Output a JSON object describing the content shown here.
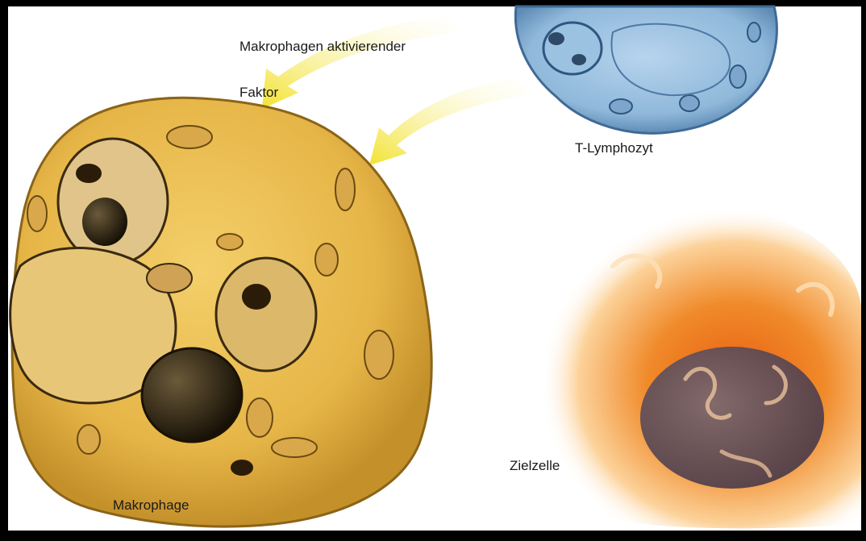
{
  "labels": {
    "factor_line1": "Makrophagen aktivierender",
    "factor_line2": "Faktor",
    "t_lymphocyte": "T-Lymphozyt",
    "macrophage": "Makrophage",
    "target_cell": "Zielzelle"
  },
  "colors": {
    "frame": "#000000",
    "background": "#ffffff",
    "macrophage_fill": "#e6b547",
    "macrophage_shade": "#c4902a",
    "nucleus_fill": "#1e1508",
    "vesicle_fill": "#d9a84a",
    "arrow_yellow": "#f2e64a",
    "lymphocyte_fill": "#8fb8da",
    "lymphocyte_shade": "#5f8bb5",
    "target_orange": "#f08a2a",
    "target_glow": "#fcd29a",
    "target_nucleus": "#5a4a58"
  }
}
